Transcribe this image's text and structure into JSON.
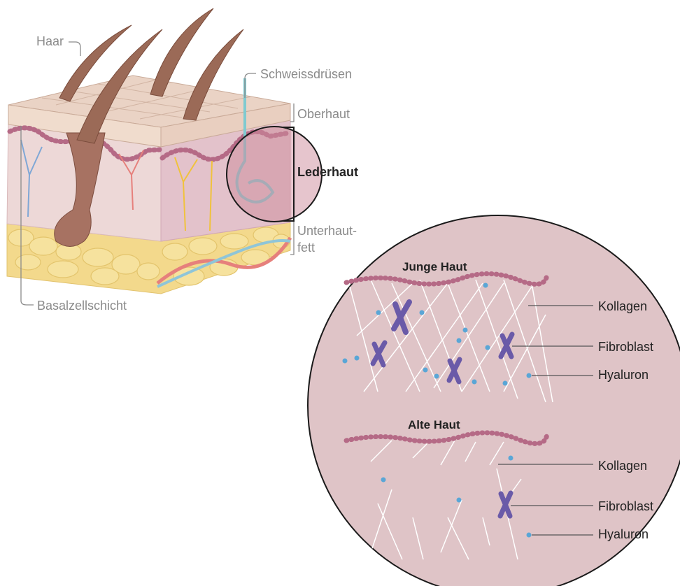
{
  "skin_labels": {
    "hair": "Haar",
    "sweat_glands": "Schweissdrüsen",
    "epidermis": "Oberhaut",
    "dermis": "Lederhaut",
    "subcutis_line1": "Unterhaut-",
    "subcutis_line2": "fett",
    "basal_layer": "Basalzellschicht"
  },
  "zoom_young": {
    "title": "Junge Haut",
    "collagen": "Kollagen",
    "fibroblast": "Fibroblast",
    "hyaluron": "Hyaluron"
  },
  "zoom_old": {
    "title": "Alte Haut",
    "collagen": "Kollagen",
    "fibroblast": "Fibroblast",
    "hyaluron": "Hyaluron"
  },
  "colors": {
    "zoom_circle": "#dfc4c7",
    "dermis": "#e6c9cf",
    "epidermis_surface": "#e8d3c6",
    "fat": "#f3d98c",
    "hair": "#9b6a57",
    "basal_cells": "#b56a86",
    "fibroblast": "#6a5aa8",
    "hyaluron": "#5aa6d6",
    "collagen": "#ffffff",
    "leader_line": "#6b6b6b"
  }
}
